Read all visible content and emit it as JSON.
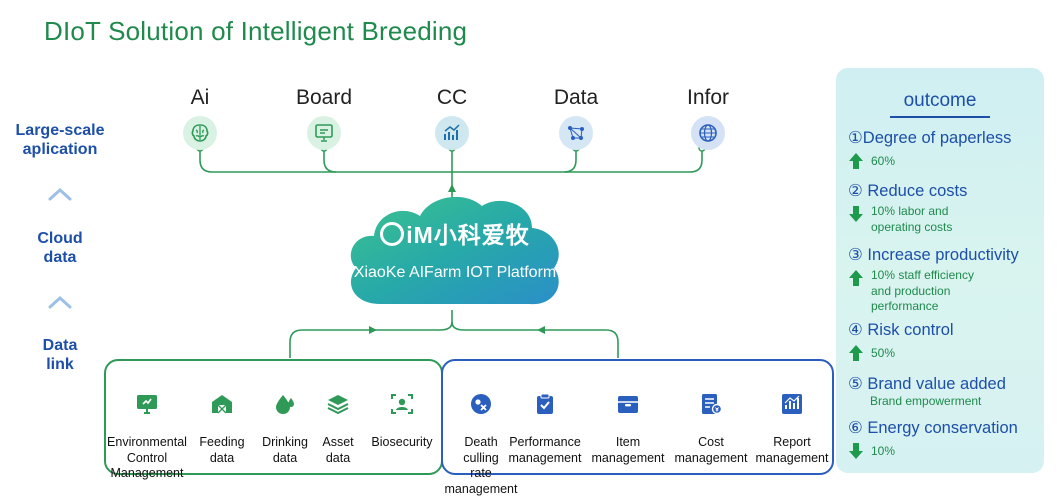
{
  "title": "DIoT Solution of Intelligent Breeding",
  "left_labels": [
    "Large-scale\naplication",
    "Cloud\ndata",
    "Data\nlink"
  ],
  "categories": [
    {
      "label": "Ai",
      "icon": "brain-icon"
    },
    {
      "label": "Board",
      "icon": "presentation-board-icon"
    },
    {
      "label": "CC",
      "icon": "chart-growth-icon"
    },
    {
      "label": "Data",
      "icon": "data-network-icon"
    },
    {
      "label": "Infor",
      "icon": "globe-icon"
    }
  ],
  "platform": {
    "brand": "iM小科爱牧",
    "name": "XiaoKe AIFarm IOT Platform",
    "cloud_color": "#2fb0a3"
  },
  "green_group": [
    {
      "label": "Environmental\nControl\nManagement",
      "icon": "monitor-icon"
    },
    {
      "label": "Feeding\ndata",
      "icon": "barn-icon"
    },
    {
      "label": "Drinking\ndata",
      "icon": "water-drop-icon"
    },
    {
      "label": "Asset\ndata",
      "icon": "layers-icon"
    },
    {
      "label": "Biosecurity",
      "icon": "face-scan-icon"
    }
  ],
  "blue_group": [
    {
      "label": "Death\nculling\nrate\nmanagement",
      "icon": "cull-icon"
    },
    {
      "label": "Performance\nmanagement",
      "icon": "clipboard-check-icon"
    },
    {
      "label": "Item\nmanagement",
      "icon": "toolbox-icon"
    },
    {
      "label": "Cost\nmanagement",
      "icon": "invoice-icon"
    },
    {
      "label": "Report\nmanagement",
      "icon": "report-chart-icon"
    }
  ],
  "outcome": {
    "title": "outcome",
    "items": [
      {
        "head": "①Degree of paperless",
        "detail": "60%",
        "arrow": "up"
      },
      {
        "head": "② Reduce costs",
        "detail": "10% labor and\noperating costs",
        "arrow": "down"
      },
      {
        "head": "③ Increase productivity",
        "detail": "10% staff efficiency\nand production\nperformance",
        "arrow": "up"
      },
      {
        "head": "④ Risk control",
        "detail": "50%",
        "arrow": "up"
      },
      {
        "head": "⑤ Brand value added",
        "detail": "Brand empowerment",
        "arrow": "none"
      },
      {
        "head": "⑥ Energy conservation",
        "detail": "10%",
        "arrow": "down"
      }
    ]
  },
  "colors": {
    "green": "#2f9a58",
    "blue": "#2b5fbe",
    "title_green": "#1f8a4c",
    "label_blue": "#1d4fa8"
  }
}
